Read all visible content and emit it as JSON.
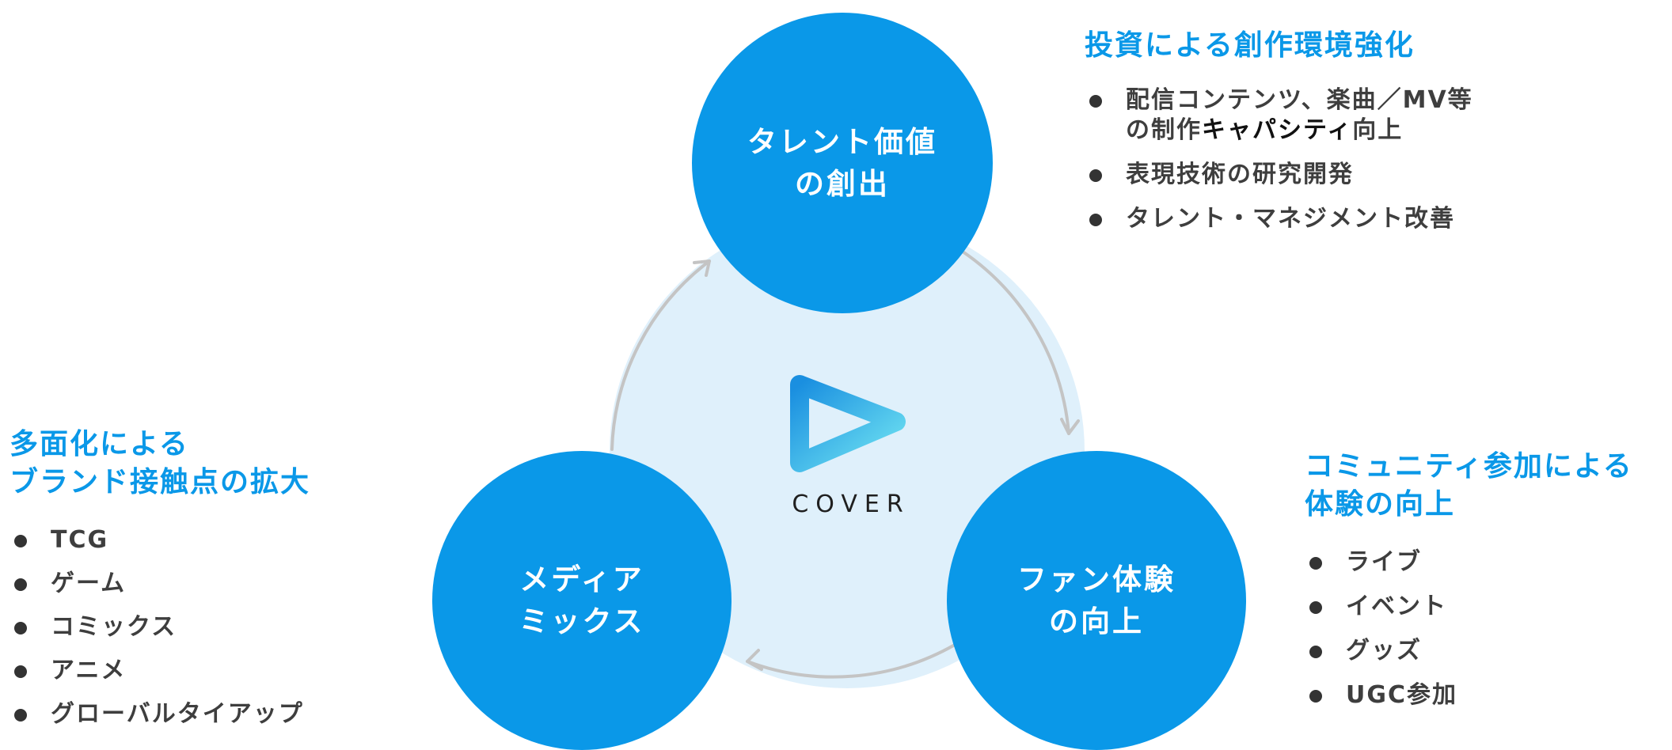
{
  "center": {
    "logo_text": "COVER"
  },
  "nodes": {
    "top": {
      "line1": "タレント価値",
      "line2": "の創出"
    },
    "left": {
      "line1": "メディア",
      "line2": "ミックス"
    },
    "right": {
      "line1": "ファン体験",
      "line2": "の向上"
    }
  },
  "groups": {
    "top_right": {
      "title": "投資による創作環境強化",
      "items": [
        {
          "line1": "配信コンテンツ、楽曲／MV等",
          "line2_pre": "の制作",
          "line2_strong": "キャパシティ",
          "line2_post": "向上"
        },
        {
          "text": "表現技術の研究開発"
        },
        {
          "text": "タレント・マネジメント改善"
        }
      ]
    },
    "left": {
      "title_line1": "多面化による",
      "title_line2": "ブランド接触点の拡大",
      "items": [
        "TCG",
        "ゲーム",
        "コミックス",
        "アニメ",
        "グローバルタイアップ"
      ]
    },
    "bottom_right": {
      "title_line1": "コミュニティ参加による",
      "title_line2": "体験の向上",
      "items": [
        "ライブ",
        "イベント",
        "グッズ",
        "UGC参加"
      ]
    }
  },
  "colors": {
    "accent": "#0a98e8",
    "center_fill": "#dff0fb",
    "arrow": "#c4c4c4",
    "bullet_text": "#3e3e3e"
  }
}
